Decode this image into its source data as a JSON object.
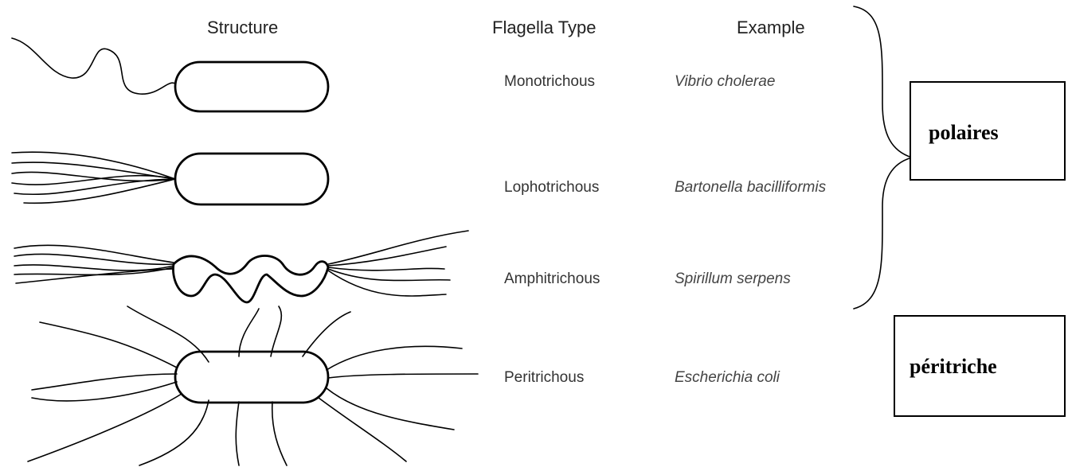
{
  "headers": {
    "structure": "Structure",
    "flagella_type": "Flagella Type",
    "example": "Example"
  },
  "rows": [
    {
      "type": "Monotrichous",
      "example": "Vibrio cholerae"
    },
    {
      "type": "Lophotrichous",
      "example": "Bartonella bacilliformis"
    },
    {
      "type": "Amphitrichous",
      "example": "Spirillum serpens"
    },
    {
      "type": "Peritrichous",
      "example": "Escherichia coli"
    }
  ],
  "labels": {
    "polar": "polaires",
    "peritrichous": "péritriche"
  }
}
